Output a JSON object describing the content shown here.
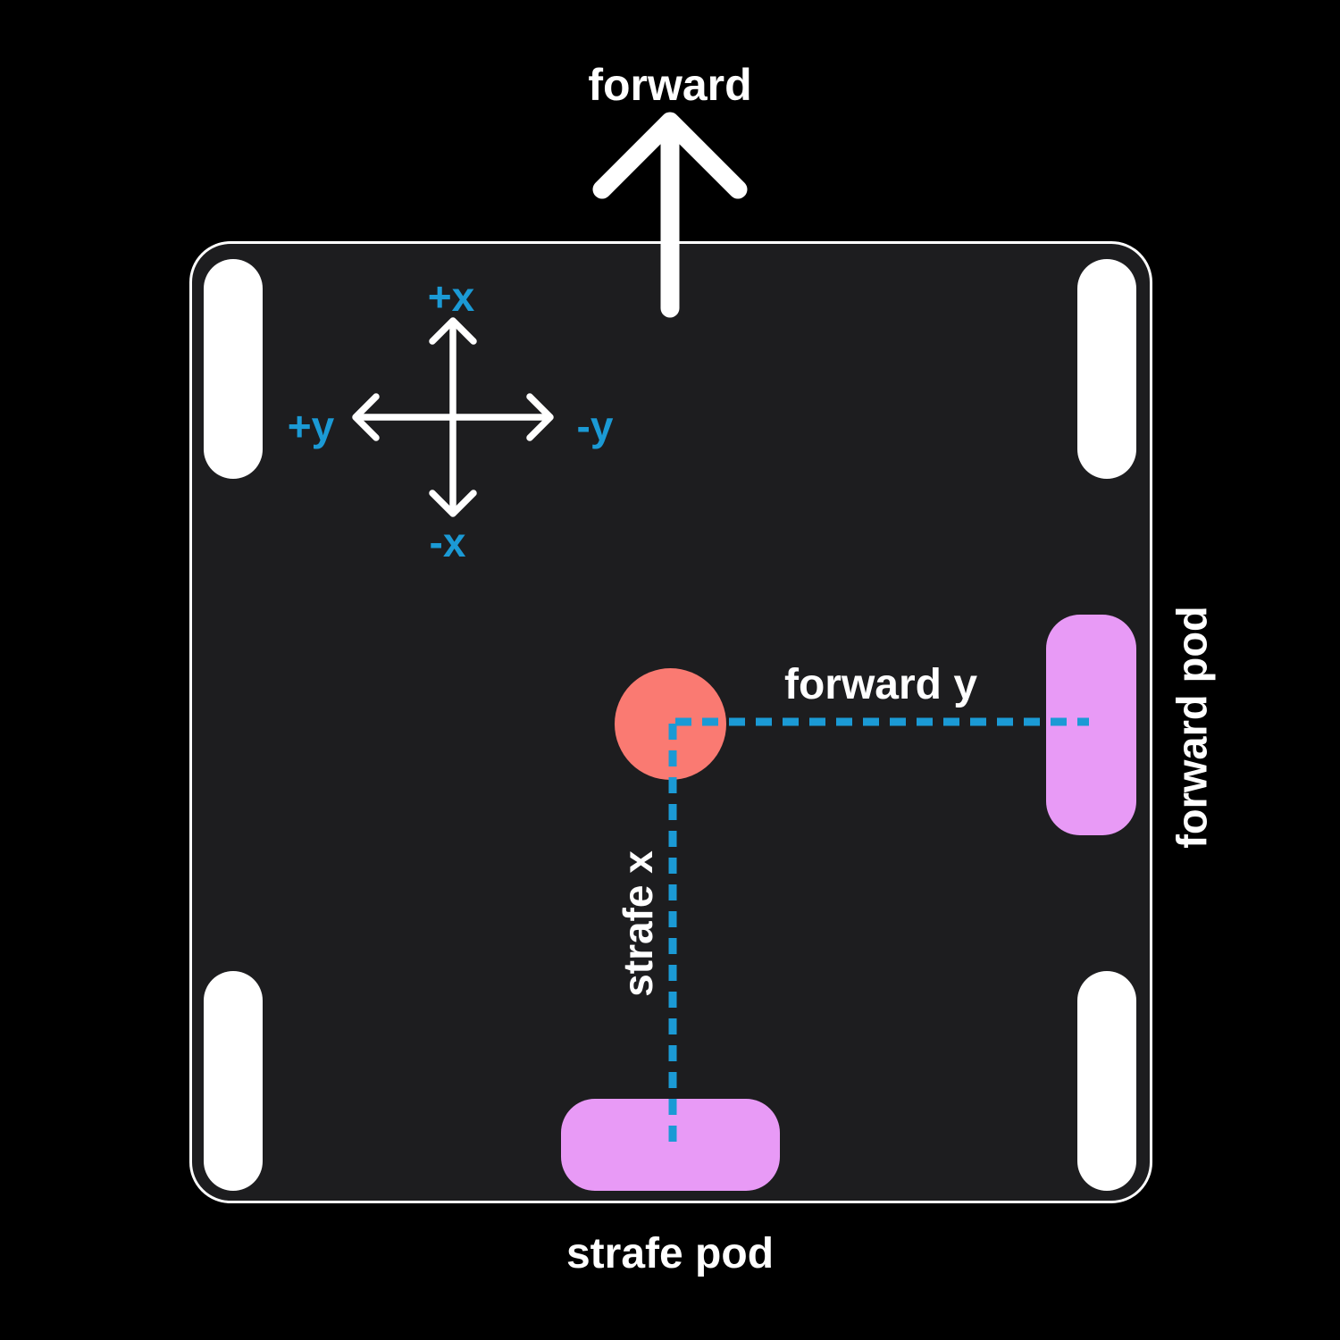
{
  "labels": {
    "forward": "forward",
    "axis_up": "+x",
    "axis_down": "-x",
    "axis_left": "+y",
    "axis_right": "-y",
    "forward_y": "forward y",
    "strafe_x": "strafe x",
    "forward_pod": "forward pod",
    "strafe_pod": "strafe pod"
  },
  "icons": {
    "forward_arrow": "arrow-up",
    "axis_cross": "four-way-axis-arrows"
  },
  "colors": {
    "background": "#000000",
    "chassis_fill": "#1d1d1f",
    "chassis_border": "#ffffff",
    "wheel": "#ffffff",
    "pod": "#e89af6",
    "center_marker": "#fa7a72",
    "measure_line": "#1b9ad5",
    "axis_label": "#1b9ad5",
    "text": "#ffffff"
  }
}
